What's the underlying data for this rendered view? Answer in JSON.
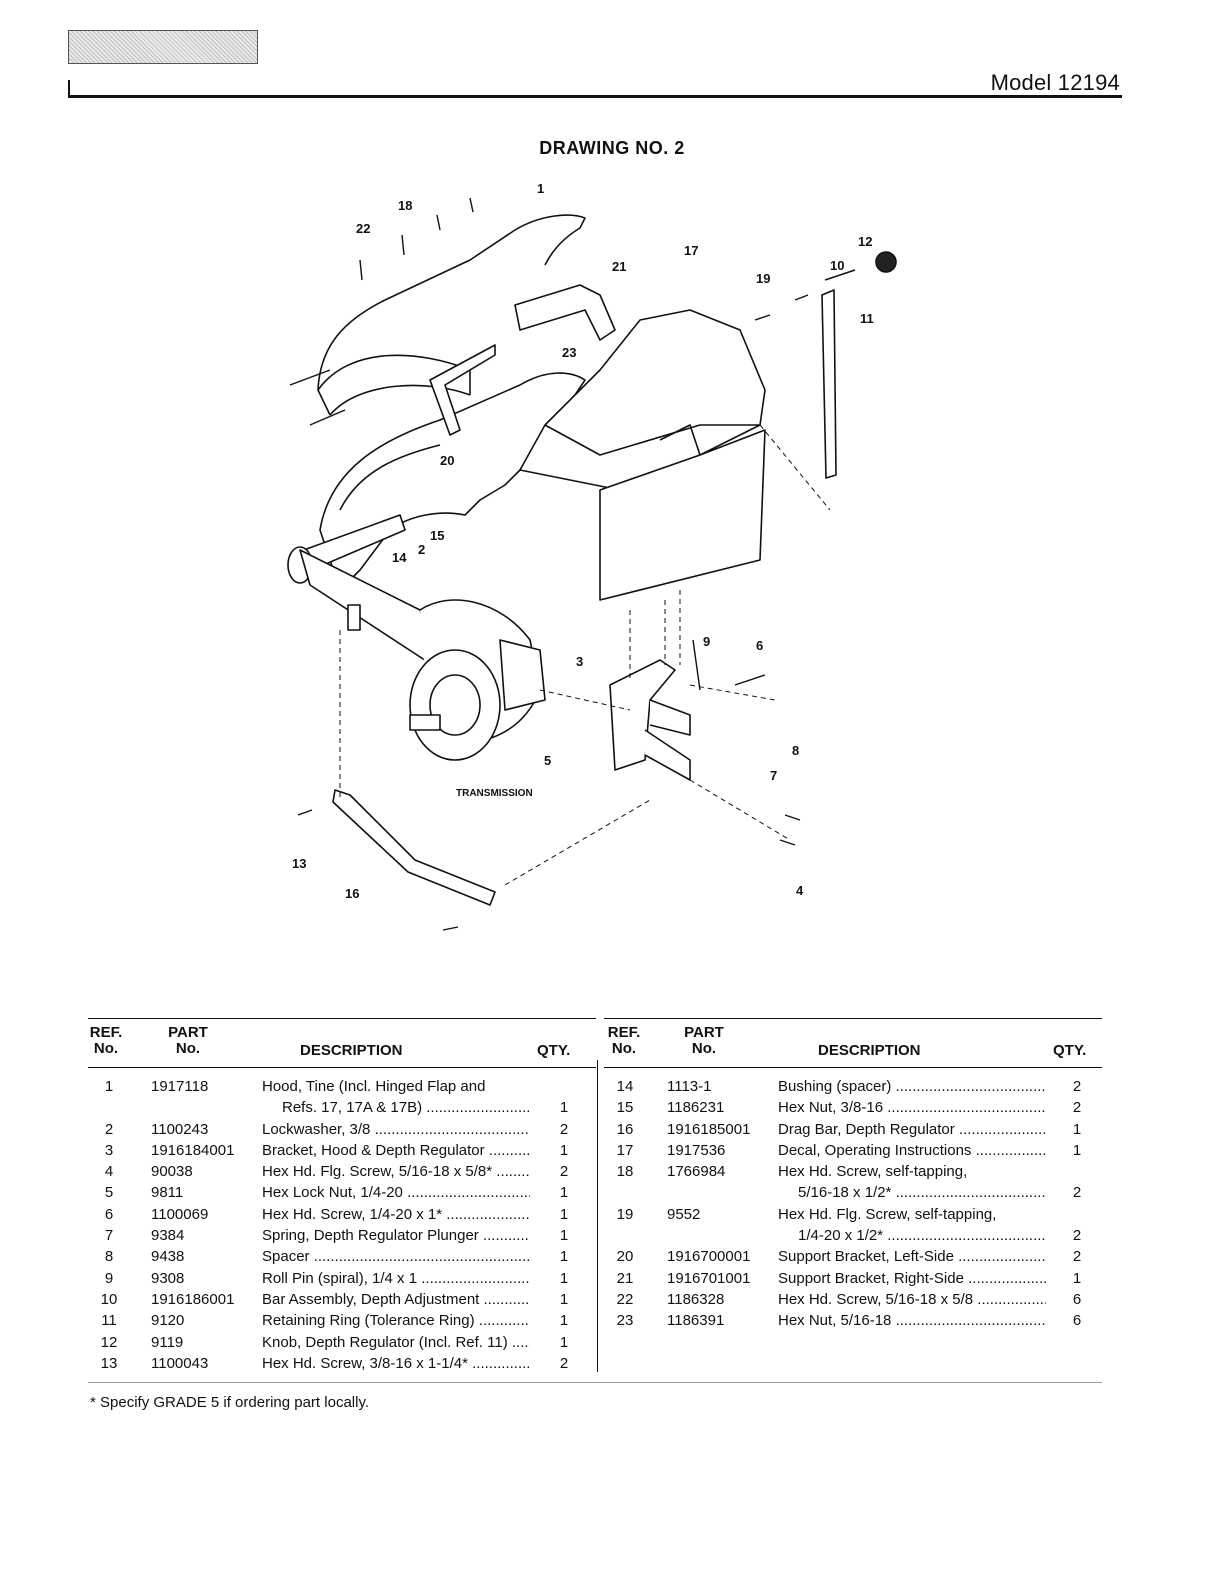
{
  "header": {
    "model": "Model 12194"
  },
  "drawing": {
    "title": "DRAWING NO. 2",
    "callouts": [
      "1",
      "2",
      "3",
      "4",
      "5",
      "6",
      "7",
      "8",
      "9",
      "10",
      "11",
      "12",
      "13",
      "14",
      "15",
      "16",
      "17",
      "18",
      "19",
      "20",
      "21",
      "22",
      "23"
    ],
    "transmission_label": "TRANSMISSION"
  },
  "table_headers": {
    "ref": "REF.",
    "no": "No.",
    "part": "PART",
    "description": "DESCRIPTION",
    "qty": "QTY."
  },
  "parts_left": [
    {
      "ref": "1",
      "part": "1917118",
      "desc": "Hood, Tine (Incl. Hinged Flap and",
      "qty": ""
    },
    {
      "ref": "",
      "part": "",
      "desc": "Refs. 17, 17A & 17B)",
      "qty": "1",
      "cont": true
    },
    {
      "ref": "2",
      "part": "1100243",
      "desc": "Lockwasher, 3/8",
      "qty": "2"
    },
    {
      "ref": "3",
      "part": "1916184001",
      "desc": "Bracket, Hood & Depth Regulator",
      "qty": "1"
    },
    {
      "ref": "4",
      "part": "90038",
      "desc": "Hex Hd. Flg. Screw, 5/16-18 x 5/8*",
      "qty": "2"
    },
    {
      "ref": "5",
      "part": "9811",
      "desc": "Hex Lock Nut, 1/4-20",
      "qty": "1"
    },
    {
      "ref": "6",
      "part": "1100069",
      "desc": "Hex Hd. Screw, 1/4-20 x 1*",
      "qty": "1"
    },
    {
      "ref": "7",
      "part": "9384",
      "desc": "Spring, Depth Regulator Plunger",
      "qty": "1"
    },
    {
      "ref": "8",
      "part": "9438",
      "desc": "Spacer",
      "qty": "1"
    },
    {
      "ref": "9",
      "part": "9308",
      "desc": "Roll Pin (spiral), 1/4 x 1",
      "qty": "1"
    },
    {
      "ref": "10",
      "part": "1916186001",
      "desc": "Bar Assembly, Depth Adjustment",
      "qty": "1"
    },
    {
      "ref": "11",
      "part": "9120",
      "desc": "Retaining Ring (Tolerance Ring)",
      "qty": "1"
    },
    {
      "ref": "12",
      "part": "9119",
      "desc": "Knob, Depth Regulator (Incl. Ref. 11)",
      "qty": "1"
    },
    {
      "ref": "13",
      "part": "1100043",
      "desc": "Hex Hd. Screw, 3/8-16 x 1-1/4*",
      "qty": "2"
    }
  ],
  "parts_right": [
    {
      "ref": "14",
      "part": "1113-1",
      "desc": "Bushing (spacer)",
      "qty": "2"
    },
    {
      "ref": "15",
      "part": "1186231",
      "desc": "Hex Nut, 3/8-16",
      "qty": "2"
    },
    {
      "ref": "16",
      "part": "1916185001",
      "desc": "Drag Bar, Depth Regulator",
      "qty": "1"
    },
    {
      "ref": "17",
      "part": "1917536",
      "desc": "Decal, Operating Instructions",
      "qty": "1"
    },
    {
      "ref": "18",
      "part": "1766984",
      "desc": "Hex Hd. Screw, self-tapping,",
      "qty": ""
    },
    {
      "ref": "",
      "part": "",
      "desc": "5/16-18 x 1/2*",
      "qty": "2",
      "cont": true
    },
    {
      "ref": "19",
      "part": "9552",
      "desc": "Hex Hd. Flg. Screw, self-tapping,",
      "qty": ""
    },
    {
      "ref": "",
      "part": "",
      "desc": "1/4-20 x 1/2*",
      "qty": "2",
      "cont": true
    },
    {
      "ref": "20",
      "part": "1916700001",
      "desc": "Support Bracket, Left-Side",
      "qty": "2"
    },
    {
      "ref": "21",
      "part": "1916701001",
      "desc": "Support Bracket, Right-Side",
      "qty": "1"
    },
    {
      "ref": "22",
      "part": "1186328",
      "desc": "Hex Hd. Screw, 5/16-18 x 5/8",
      "qty": "6"
    },
    {
      "ref": "23",
      "part": "1186391",
      "desc": "Hex Nut, 5/16-18",
      "qty": "6"
    }
  ],
  "footnote": "* Specify GRADE 5 if ordering part locally."
}
